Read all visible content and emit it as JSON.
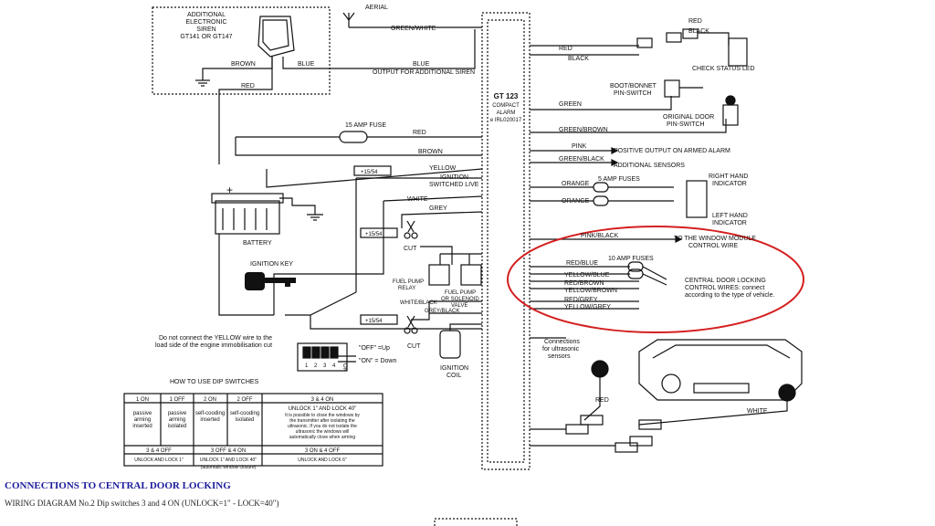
{
  "siren": {
    "title_lines": [
      "ADDITIONAL",
      "ELECTRONIC",
      "SIREN",
      "GT141 OR GT147"
    ],
    "wire_brown": "BROWN",
    "wire_blue": "BLUE",
    "wire_red": "RED"
  },
  "aerial": "AERIAL",
  "left_wires": {
    "green_white": "GREEN/WHITE",
    "blue": "BLUE",
    "output_siren": "OUTPUT FOR ADDITIONAL SIREN",
    "fuse_15": "15 AMP FUSE",
    "red": "RED",
    "brown": "BROWN",
    "yellow": "YELLOW",
    "plus15_54_a": "+15/54",
    "ignition_switched_live_1": "IGNITION",
    "ignition_switched_live_2": "SWITCHED LIVE",
    "white": "WHITE",
    "grey": "GREY",
    "plus15_54_b": "+15/54",
    "cut_1": "CUT",
    "fuel_pump_relay_1": "FUEL PUMP",
    "fuel_pump_relay_2": "RELAY",
    "fuel_pump_valve_1": "FUEL PUMP",
    "fuel_pump_valve_2": "OR SOLENOID",
    "fuel_pump_valve_3": "VALVE",
    "white_black": "WHITE/BLACK",
    "grey_black": "GREY/BLACK",
    "plus15_54_c": "+15/54",
    "cut_2": "CUT",
    "ignition_coil_1": "IGNITION",
    "ignition_coil_2": "COIL",
    "battery": "BATTERY",
    "ignition_key": "IGNITION KEY"
  },
  "note_yellow_1": "Do not connect the YELLOW wire to the",
  "note_yellow_2": "load side of the engine immobilisation cut",
  "dip": {
    "off_label": "\"OFF\" =Up",
    "on_label": "\"ON\" = Down",
    "numbers": [
      "1",
      "2",
      "3",
      "4"
    ],
    "on_vertical": "ON",
    "how_to": "HOW TO USE DIP SWITCHES"
  },
  "dip_table": {
    "headers": [
      "1 ON",
      "1 OFF",
      "2 ON",
      "2 OFF",
      "3 & 4 ON"
    ],
    "cells": [
      [
        "passive",
        "arming",
        "inserted"
      ],
      [
        "passive",
        "arming",
        "isolated"
      ],
      [
        "self-cooding",
        "inserted"
      ],
      [
        "self-cooding",
        "isolated"
      ]
    ],
    "cell_34_on": [
      "UNLOCK 1\" AND LOCK 40\"",
      "It is possible to close the windows by",
      "the transmitter after isolating the",
      "ultrasonic. If you do not isolate the",
      "ultrasonic the windows will",
      "automatically close when arming"
    ],
    "row2_headers": [
      "3 & 4 OFF",
      "3 OFF & 4 ON",
      "3 ON & 4 OFF"
    ],
    "row2_cells": [
      "UNLOCK AND LOCK 1\"",
      "UNLOCK 1\" AND LOCK 40\"",
      "UNLOCK AND LOCK 6\""
    ],
    "row2_note": "(automatic window closure)"
  },
  "module": {
    "title": "GT 123",
    "sub1": "COMPACT",
    "sub2": "ALARM",
    "code": "e IRL020017"
  },
  "right": {
    "red_top": "RED",
    "black_top": "BLACK",
    "red_a": "RED",
    "black_a": "BLACK",
    "check_status_led": "CHECK STATUS LED",
    "boot_bonnet_1": "BOOT/BONNET",
    "boot_bonnet_2": "PIN-SWITCH",
    "green": "GREEN",
    "original_door_1": "ORIGINAL DOOR",
    "original_door_2": "PIN-SWITCH",
    "green_brown": "GREEN/BROWN",
    "pink": "PINK",
    "positive_output": "POSITIVE OUTPUT ON ARMED ALARM",
    "green_black": "GREEN/BLACK",
    "additional_sensors": "ADDITIONAL SENSORS",
    "orange_1": "ORANGE",
    "fuses_5": "5 AMP FUSES",
    "orange_2": "ORANGE",
    "right_hand_1": "RIGHT HAND",
    "right_hand_2": "INDICATOR",
    "left_hand_1": "LEFT HAND",
    "left_hand_2": "INDICATOR",
    "pink_black": "PINK/BLACK",
    "window_module_1": "TO THE WINDOW MODULE",
    "window_module_2": "CONTROL WIRE",
    "fuses_10": "10 AMP FUSES",
    "red_blue": "RED/BLUE",
    "yellow_blue": "YELLOW/BLUE",
    "red_brown": "RED/BROWN",
    "yellow_brown": "YELLOW/BROWN",
    "red_grey": "RED/GREY",
    "yellow_grey": "YELLOW/GREY",
    "cdl_1": "CENTRAL DOOR LOCKING",
    "cdl_2": "CONTROL WIRES: connect",
    "cdl_3": "according to the type of vehicle.",
    "connections_1": "Connections",
    "connections_2": "for ultrasonic",
    "connections_3": "sensors",
    "red_bottom": "RED",
    "white_bottom": "WHITE"
  },
  "highlight_color": "#d42020",
  "caption_title": "CONNECTIONS TO CENTRAL DOOR LOCKING",
  "caption_sub": "WIRING DIAGRAM No.2 Dip switches 3 and 4 ON (UNLOCK=1\" - LOCK=40\")"
}
